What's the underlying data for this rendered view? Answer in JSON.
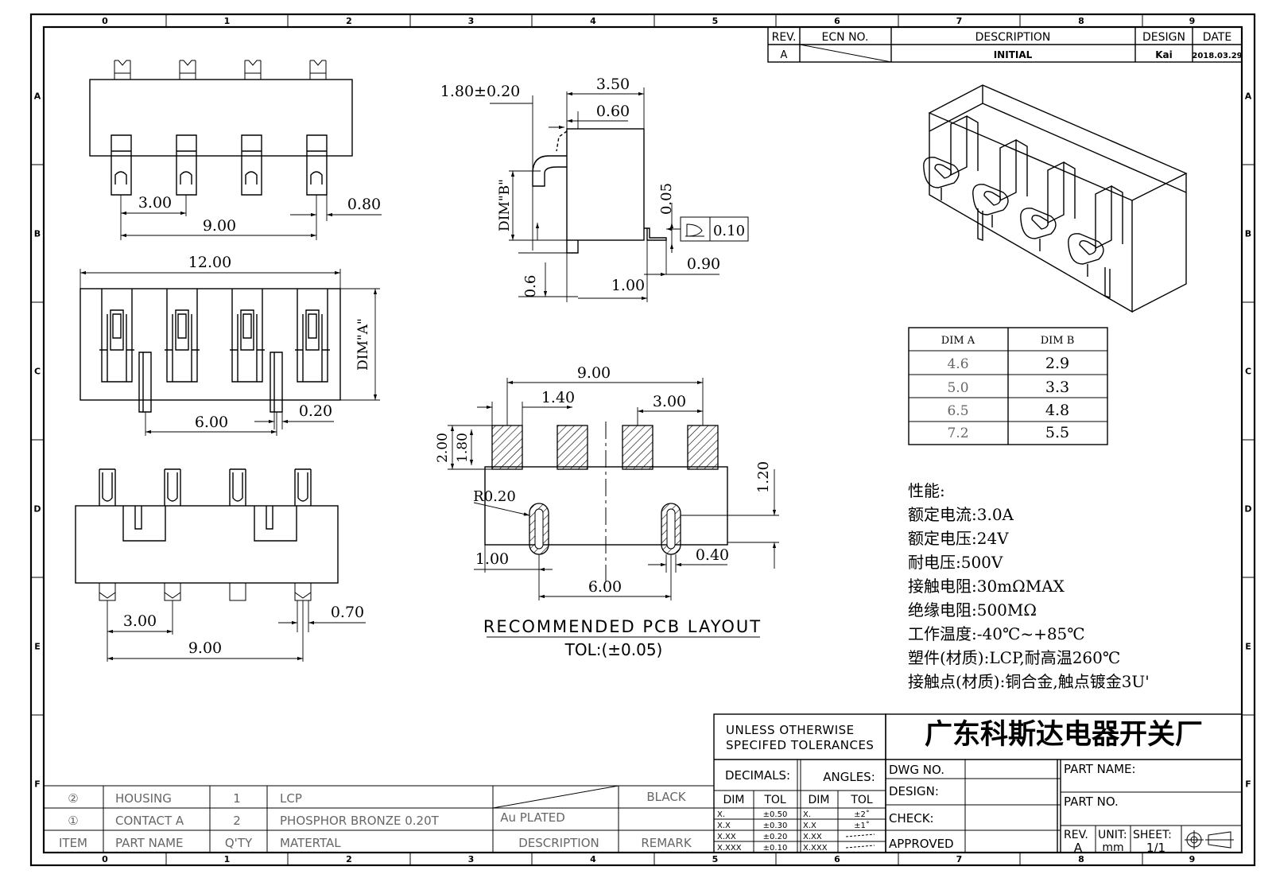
{
  "grid": {
    "columns": [
      "0",
      "1",
      "2",
      "3",
      "4",
      "5",
      "6",
      "7",
      "8",
      "9"
    ],
    "rows": [
      "A",
      "B",
      "C",
      "D",
      "E",
      "F"
    ]
  },
  "revision_block": {
    "headers": {
      "rev": "REV.",
      "ecn": "ECN NO.",
      "description": "DESCRIPTION",
      "design": "DESIGN",
      "date": "DATE"
    },
    "row": {
      "rev": "A",
      "ecn": "",
      "description": "INITIAL",
      "design": "Kai",
      "date": "2018.03.29"
    }
  },
  "top_view": {
    "dims": {
      "pitch": "3.00",
      "span": "9.00",
      "pin_width": "0.80"
    }
  },
  "front_view": {
    "dims": {
      "length": "12.00",
      "height_label": "DIM\"A\"",
      "post_span": "6.00",
      "post_gap": "0.20"
    }
  },
  "bottom_view": {
    "dims": {
      "pitch": "3.00",
      "span": "9.00",
      "pin_width": "0.70"
    }
  },
  "side_view": {
    "dims": {
      "offset": "1.80±0.20",
      "depth": "3.50",
      "tip": "0.60",
      "height_label": "DIM\"B\"",
      "tab": "0.05",
      "protrude": "0.6",
      "foot": "1.00",
      "tail": "0.90"
    },
    "flatness": {
      "symbol": "flatness-symbol",
      "value": "0.10"
    }
  },
  "pcb_layout": {
    "dims": {
      "span": "9.00",
      "pad_gap": "1.40",
      "pitch": "3.00",
      "pad_h_outer": "2.00",
      "pad_h_inner": "1.80",
      "slot_offset": "1.20",
      "radius": "R0.20",
      "edge": "1.00",
      "slot_span": "6.00",
      "slot_w": "0.40"
    },
    "title": "RECOMMENDED PCB LAYOUT",
    "tolerance": "TOL:(±0.05)"
  },
  "dim_table": {
    "headers": [
      "DIM A",
      "DIM B"
    ],
    "rows": [
      [
        "4.6",
        "2.9"
      ],
      [
        "5.0",
        "3.3"
      ],
      [
        "6.5",
        "4.8"
      ],
      [
        "7.2",
        "5.5"
      ]
    ]
  },
  "specs": {
    "heading": "性能:",
    "lines": [
      "额定电流:3.0A",
      "额定电压:24V",
      "耐电压:500V",
      "接触电阻:30mΩMAX",
      "绝缘电阻:500MΩ",
      "工作温度:-40℃~+85℃",
      "塑件(材质):LCP,耐高温260℃",
      "接触点(材质):铜合金,触点镀金3U'"
    ]
  },
  "bom": {
    "rows": [
      {
        "item": "②",
        "part_name": "HOUSING",
        "qty": "1",
        "material": "LCP",
        "description": "",
        "remark": "BLACK"
      },
      {
        "item": "①",
        "part_name": "CONTACT A",
        "qty": "2",
        "material": "PHOSPHOR BRONZE 0.20T",
        "description": "Au PLATED",
        "remark": ""
      }
    ],
    "header": {
      "item": "ITEM",
      "part_name": "PART NAME",
      "qty": "Q'TY",
      "material": "MATERTAL",
      "description": "DESCRIPTION",
      "remark": "REMARK"
    }
  },
  "tolerance_block": {
    "title_line1": "UNLESS OTHERWISE",
    "title_line2": "SPECIFED TOLERANCES",
    "decimals": "DECIMALS:",
    "angles": "ANGLES:",
    "col_dim": "DIM",
    "col_tol": "TOL",
    "decimal_rows": [
      [
        "X.",
        "±0.50"
      ],
      [
        "X.X",
        "±0.30"
      ],
      [
        "X.XX",
        "±0.20"
      ],
      [
        "X.XXX",
        "±0.10"
      ]
    ],
    "angle_rows": [
      [
        "X.",
        "±2˚"
      ],
      [
        "X.X",
        "±1˚"
      ],
      [
        "X.XX",
        ""
      ],
      [
        "X.XXX",
        ""
      ]
    ]
  },
  "title_block": {
    "company": "广东科斯达电器开关厂",
    "dwg_no": "DWG NO.",
    "design": "DESIGN:",
    "check": "CHECK:",
    "approved": "APPROVED",
    "part_name": "PART NAME:",
    "part_no": "PART NO.",
    "rev_label": "REV.",
    "rev_value": "A",
    "unit_label": "UNIT:",
    "unit_value": "mm",
    "sheet_label": "SHEET:",
    "sheet_value": "1/1",
    "projection_icon": "third-angle-projection-icon"
  }
}
